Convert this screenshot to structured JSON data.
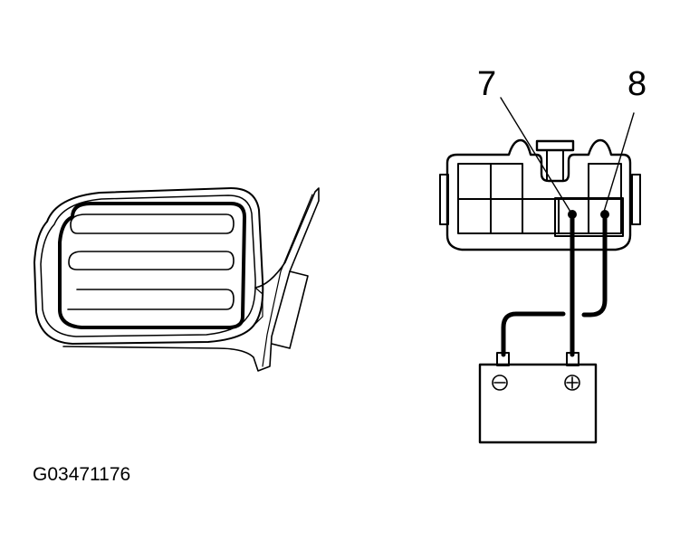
{
  "diagram": {
    "type": "wiring test diagram",
    "components": {
      "mirror": {
        "name": "outside rear view mirror"
      },
      "connector": {
        "name": "mirror connector",
        "pins": [
          {
            "number": "7",
            "connected_to": "battery-positive"
          },
          {
            "number": "8",
            "connected_to": "battery-negative"
          }
        ]
      },
      "battery": {
        "name": "battery",
        "negative_symbol": "⊖",
        "positive_symbol": "⊕"
      }
    },
    "labels": {
      "pin_7": "7",
      "pin_8": "8",
      "figure_id": "G03471176"
    },
    "colors": {
      "line": "#000000",
      "background": "#ffffff"
    }
  }
}
